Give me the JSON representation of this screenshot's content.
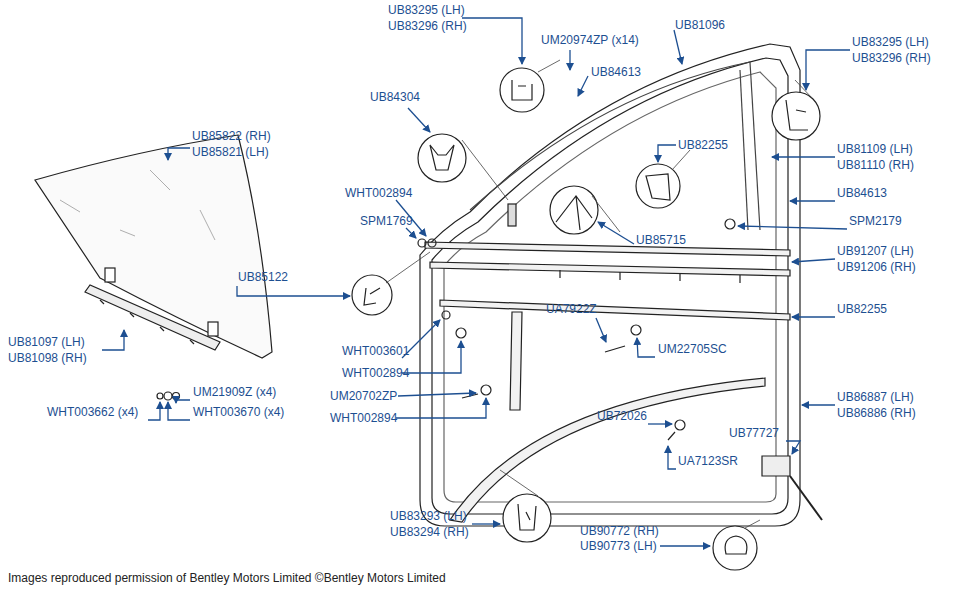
{
  "diagram": {
    "caption": "Images reproduced permission of Bentley Motors Limited ©Bentley Motors Limited",
    "labels": [
      "UB83295 (LH)",
      "UB83296 (RH)",
      "UM20974ZP (x14)",
      "UB81096",
      "UB83295 (LH)",
      "UB83296 (RH)",
      "UB84613",
      "UB84304",
      "UB85822 (RH)",
      "UB85821 (LH)",
      "UB82255",
      "UB81109 (LH)",
      "UB81110 (RH)",
      "WHT002894",
      "UB84613",
      "SPM1769",
      "SPM2179",
      "UB85715",
      "UB85122",
      "UB91207 (LH)",
      "UB91206 (RH)",
      "UB82255",
      "UA7922Z",
      "UM22705SC",
      "UB81097 (LH)",
      "UB81098 (RH)",
      "WHT003601",
      "WHT002894",
      "UM20702ZP",
      "WHT002894",
      "UB86887 (LH)",
      "UB86886 (RH)",
      "UM21909Z (x4)",
      "WHT003662 (x4)",
      "WHT003670 (x4)",
      "UB72026",
      "UB77727",
      "UA7123SR",
      "UB83293 (LH)",
      "UB83294 (RH)",
      "UB90772 (RH)",
      "UB90773 (LH)"
    ]
  }
}
